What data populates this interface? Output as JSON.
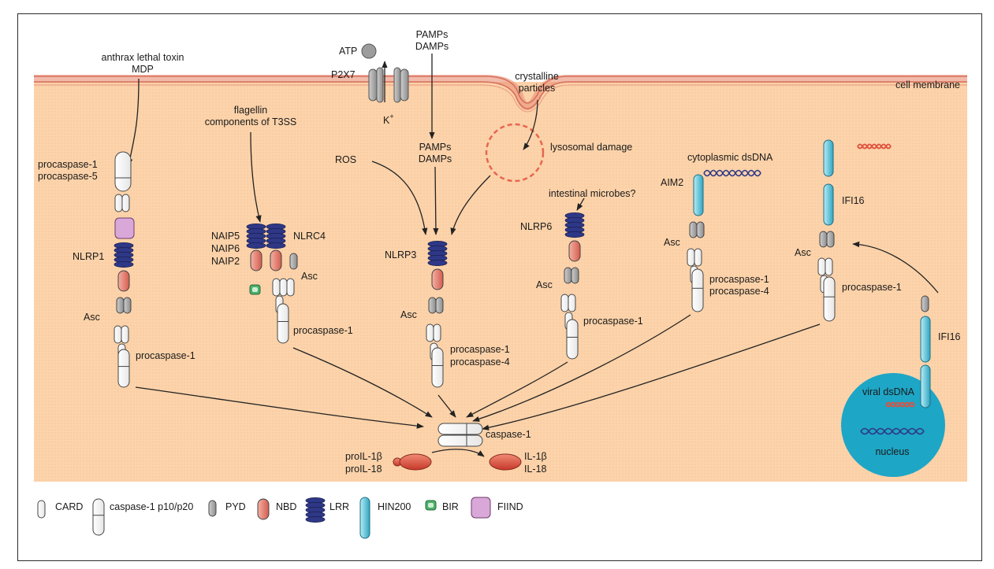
{
  "labels": {
    "cell_membrane": "cell membrane",
    "anthrax": "anthrax lethal toxin",
    "mdp": "MDP",
    "atp": "ATP",
    "p2x7": "P2X7",
    "k_plus": "K",
    "k_plus_sup": "+",
    "pamps_top": "PAMPs",
    "damps_top": "DAMPs",
    "crystalline": "crystalline",
    "particles": "particles",
    "flagellin": "flagellin",
    "t3ss": "components of T3SS",
    "ros": "ROS",
    "pamps_mid": "PAMPs",
    "damps_mid": "DAMPs",
    "lysosomal_damage": "lysosomal damage",
    "cytoplasmic_dsdna": "cytoplasmic dsDNA",
    "intestinal_microbes": "intestinal microbes?",
    "aim2": "AIM2",
    "ifi16_a": "IFI16",
    "ifi16_b": "IFI16",
    "procaspase1_nlrp1": "procaspase-1",
    "procaspase5_nlrp1": "procaspase-5",
    "nlrp1": "NLRP1",
    "asc_nlrp1": "Asc",
    "procaspase1_nlrp1_bottom": "procaspase-1",
    "naip5": "NAIP5",
    "naip6": "NAIP6",
    "naip2": "NAIP2",
    "nlrc4": "NLRC4",
    "asc_nlrc4": "Asc",
    "procaspase1_nlrc4": "procaspase-1",
    "nlrp3": "NLRP3",
    "asc_nlrp3": "Asc",
    "procaspase1_nlrp3": "procaspase-1",
    "procaspase4_nlrp3": "procaspase-4",
    "nlrp6": "NLRP6",
    "asc_nlrp6": "Asc",
    "procaspase1_nlrp6": "procaspase-1",
    "asc_aim2": "Asc",
    "procaspase1_aim2": "procaspase-1",
    "procaspase4_aim2": "procaspase-4",
    "asc_ifi16": "Asc",
    "procaspase1_ifi16": "procaspase-1",
    "viral_dsdna": "viral dsDNA",
    "nucleus": "nucleus",
    "caspase1": "caspase-1",
    "proil1b": "proIL-1β",
    "proil18": "proIL-18",
    "il1b": "IL-1β",
    "il18": "IL-18"
  },
  "legend": [
    {
      "key": "card",
      "label": "CARD"
    },
    {
      "key": "p10p20",
      "label": "caspase-1 p10/p20"
    },
    {
      "key": "pyd",
      "label": "PYD"
    },
    {
      "key": "nbd",
      "label": "NBD"
    },
    {
      "key": "lrr",
      "label": "LRR"
    },
    {
      "key": "hin200",
      "label": "HIN200"
    },
    {
      "key": "bir",
      "label": "BIR"
    },
    {
      "key": "fiind",
      "label": "FIIND"
    }
  ],
  "colors": {
    "cytoplasm": "#fcd3aa",
    "membrane": "#f0a68c",
    "pyd": "#a9a9a9",
    "nbd": "#e37a6d",
    "lrr": "#2e3886",
    "hin200": "#5fc3d8",
    "bir": "#4caf6a",
    "fiind": "#d9a7d8",
    "nucleus": "#1ea6c6",
    "il": "#e0503e"
  }
}
